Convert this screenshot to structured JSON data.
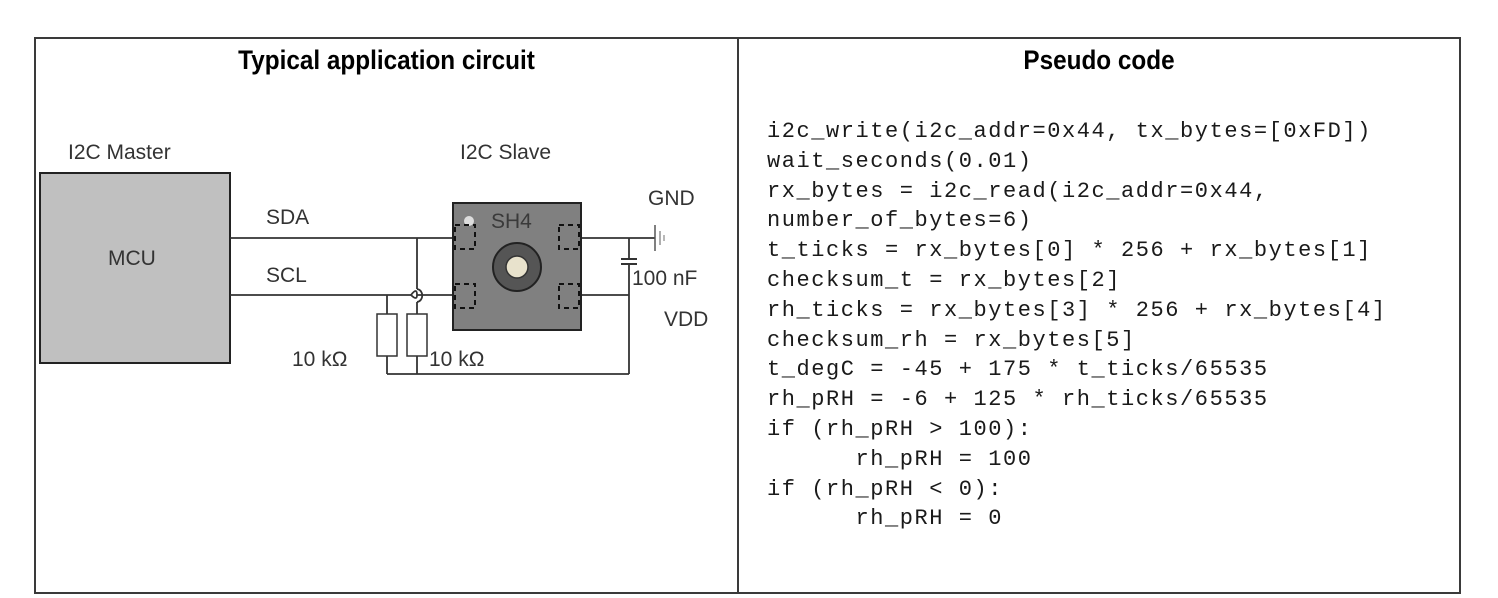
{
  "left_panel": {
    "title": "Typical application circuit",
    "labels": {
      "master": "I2C Master",
      "mcu": "MCU",
      "slave": "I2C Slave",
      "chip": "SH4",
      "sda": "SDA",
      "scl": "SCL",
      "gnd": "GND",
      "vdd": "VDD",
      "capacitor": "100 nF",
      "resistor_1": "10 kΩ",
      "resistor_2": "10 kΩ"
    },
    "colors": {
      "mcu_fill": "#c0c0c0",
      "chip_fill": "#808080",
      "sensor_ring": "#555555",
      "sensor_core": "#e8e2cc",
      "wire": "#333333"
    }
  },
  "right_panel": {
    "title": "Pseudo code",
    "code_lines": [
      "i2c_write(i2c_addr=0x44, tx_bytes=[0xFD])",
      "wait_seconds(0.01)",
      "rx_bytes = i2c_read(i2c_addr=0x44,",
      "number_of_bytes=6)",
      "t_ticks = rx_bytes[0] * 256 + rx_bytes[1]",
      "checksum_t = rx_bytes[2]",
      "rh_ticks = rx_bytes[3] * 256 + rx_bytes[4]",
      "checksum_rh = rx_bytes[5]",
      "t_degC = -45 + 175 * t_ticks/65535",
      "rh_pRH = -6 + 125 * rh_ticks/65535",
      "if (rh_pRH > 100):",
      "      rh_pRH = 100",
      "if (rh_pRH < 0):",
      "      rh_pRH = 0"
    ]
  }
}
